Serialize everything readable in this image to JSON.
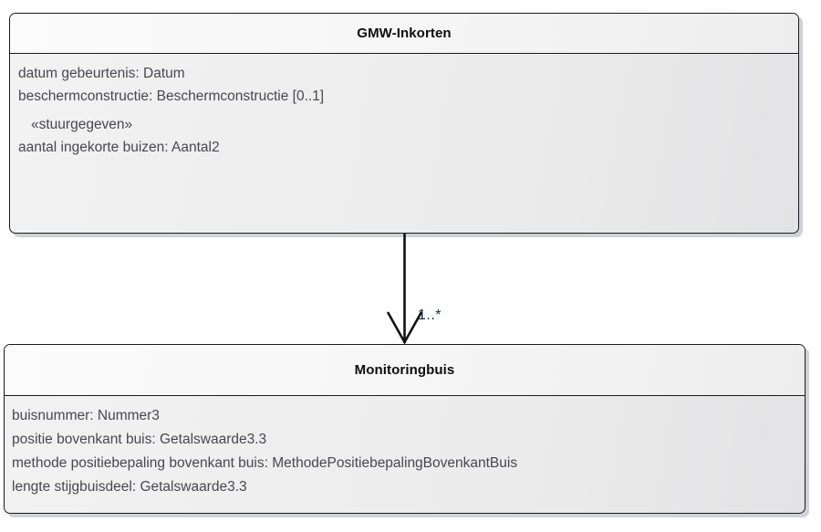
{
  "diagram": {
    "type": "uml-class-diagram",
    "language": "nl",
    "classes": [
      {
        "id": "gmw-inkorten",
        "name": "GMW-Inkorten",
        "attributes": [
          {
            "text": "datum gebeurtenis: Datum",
            "stereotype": false
          },
          {
            "text": "beschermconstructie: Beschermconstructie [0..1]",
            "stereotype": false
          },
          {
            "text": "«stuurgegeven»",
            "stereotype": true
          },
          {
            "text": "aantal ingekorte buizen: Aantal2",
            "stereotype": false
          }
        ]
      },
      {
        "id": "monitoringbuis",
        "name": "Monitoringbuis",
        "attributes": [
          {
            "text": "buisnummer: Nummer3",
            "stereotype": false
          },
          {
            "text": "positie bovenkant buis: Getalswaarde3.3",
            "stereotype": false
          },
          {
            "text": "methode positiebepaling bovenkant buis: MethodePositiebepalingBovenkantBuis",
            "stereotype": false
          },
          {
            "text": "lengte stijgbuisdeel: Getalswaarde3.3",
            "stereotype": false
          }
        ]
      }
    ],
    "connector": {
      "kind": "association",
      "arrowhead": "open-arrow",
      "source": "GMW-Inkorten",
      "target": "Monitoringbuis",
      "target_multiplicity": "1..*"
    },
    "colors": {
      "box_border": "#1a1a1a",
      "box_fill": "#ededed",
      "header_fill": "#f7f7f7",
      "title_text": "#0d0d10",
      "attribute_text": "#474751",
      "multiplicity_text": "#15264b",
      "shadow": "#aaadba",
      "canvas": "#ffffff"
    }
  }
}
